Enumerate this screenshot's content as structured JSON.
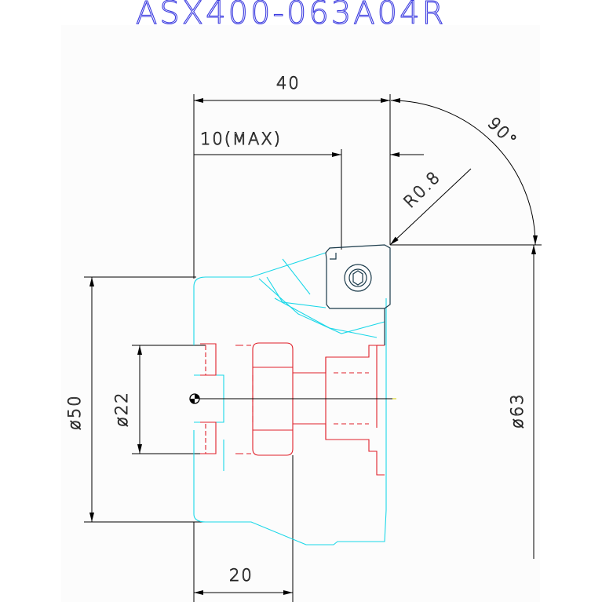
{
  "title": "ASX400-063A04R",
  "dimensions": {
    "length": "40",
    "max_depth": "10(MAX)",
    "angle": "90°",
    "radius": "R0.8",
    "outer_dia": "ø50",
    "bore_dia": "ø22",
    "cut_dia": "ø63",
    "hub_width": "20"
  },
  "colors": {
    "title": "#3a3ae0",
    "hidden": "#e0202a",
    "body": "#1ad7e8",
    "insert": "#1a3a4a"
  }
}
